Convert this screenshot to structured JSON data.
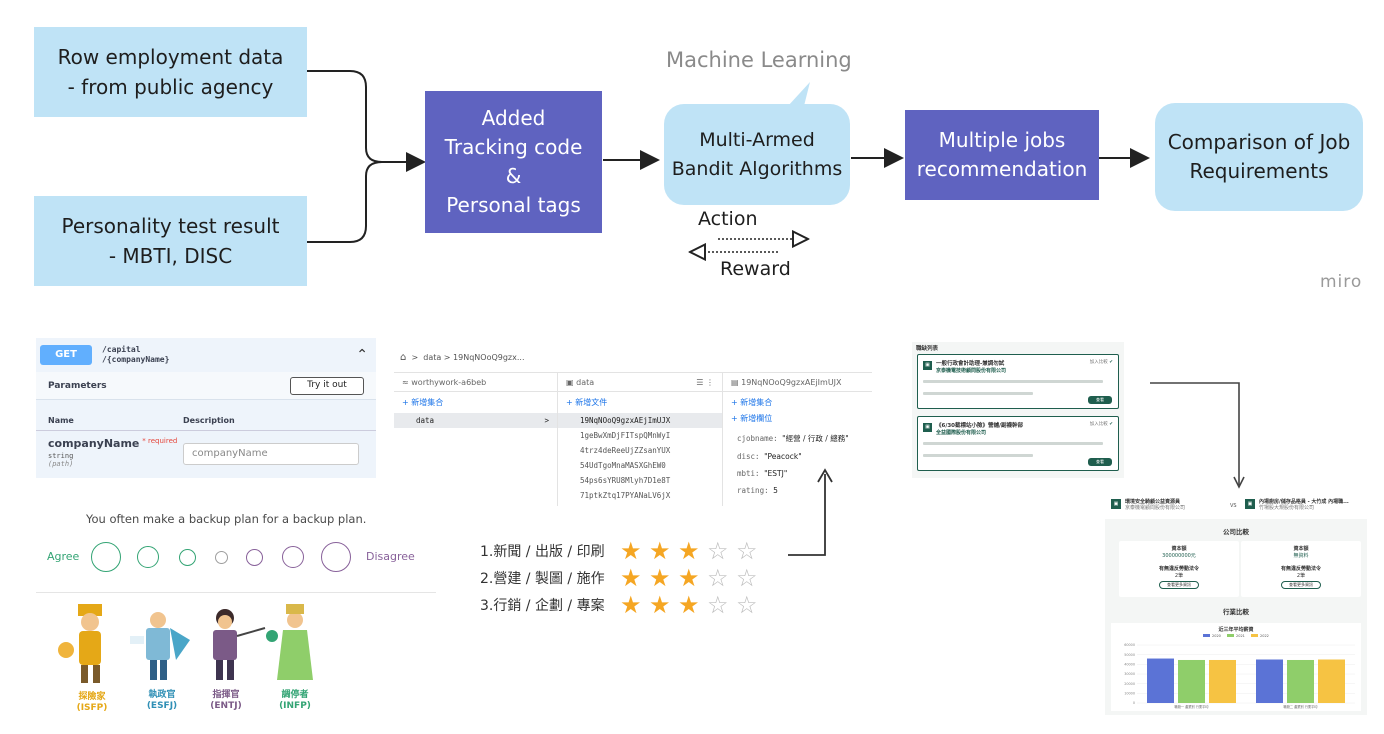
{
  "flow": {
    "source1": "Row employment data\n- from public agency",
    "source2": "Personality test result\n- MBTI, DISC",
    "tracking": "Added\nTracking code\n&\nPersonal tags",
    "ml_label": "Machine Learning",
    "bandit": "Multi-Armed\nBandit Algorithms",
    "action": "Action",
    "reward": "Reward",
    "multiple_jobs": "Multiple jobs\nrecommendation",
    "comparison": "Comparison of Job\nRequirements",
    "watermark": "miro",
    "colors": {
      "light_box": "#bfe3f6",
      "purple_box": "#5f63c0"
    }
  },
  "swagger": {
    "method": "GET",
    "path": "/capital\n/{companyName}",
    "parameters_title": "Parameters",
    "try_it_out": "Try it out",
    "col_name": "Name",
    "col_description": "Description",
    "param_name": "companyName",
    "required": "* required",
    "param_type": "string",
    "param_in": "(path)",
    "input_placeholder": "companyName"
  },
  "personality": {
    "question": "You often make a backup plan for a backup plan.",
    "agree": "Agree",
    "disagree": "Disagree",
    "characters": [
      {
        "name": "探險家",
        "type": "(ISFP)",
        "color": "#e5a817"
      },
      {
        "name": "執政官",
        "type": "(ESFJ)",
        "color": "#2f8fb5"
      },
      {
        "name": "指揮官",
        "type": "(ENTJ)",
        "color": "#7b5a87"
      },
      {
        "name": "調停者",
        "type": "(INFP)",
        "color": "#33a474"
      }
    ]
  },
  "firestore": {
    "breadcrumb": "data  >  19NqNOoQ9gzx...",
    "col1_title": "worthywork-a6beb",
    "col1_add": "+ 新增集合",
    "col1_item": "data",
    "col2_title": "data",
    "col2_add": "+ 新增文件",
    "col2_items": [
      "19NqNOoQ9gzxAEjImUJX",
      "1geBwXmDjFITspQMnWyI",
      "4trz4deReeUjZZsanYUX",
      "54UdTgoMnaMASXGhEW0",
      "54ps6sYRU8Mlyh7D1e8T",
      "71ptkZtq17PYANaLV6jX"
    ],
    "col3_title": "19NqNOoQ9gzxAEjImUJX",
    "col3_add_collection": "+ 新增集合",
    "col3_add_field": "+ 新增欄位",
    "fields": [
      {
        "key": "cjobname:",
        "value": "\"經營 / 行政 / 總務\""
      },
      {
        "key": "disc:",
        "value": "\"Peacock\""
      },
      {
        "key": "mbti:",
        "value": "\"ESTJ\""
      },
      {
        "key": "rating:",
        "value": "5"
      }
    ]
  },
  "ratings": [
    {
      "label": "1.新聞 / 出版 / 印刷",
      "stars": 3
    },
    {
      "label": "2.營建 / 製圖 / 施作",
      "stars": 3
    },
    {
      "label": "3.行銷 / 企劃 / 專案",
      "stars": 3
    }
  ],
  "joblist": {
    "title": "職缺列表",
    "jobs": [
      {
        "title": "一般行政會計助理-兼調勿試",
        "company": "京泰機電技術顧問股份有限公司",
        "badge": "加入比較",
        "button": "查看"
      },
      {
        "title": "《6/30截標站小險》營舖/副襪幹部",
        "company": "全益國際股份有限公司",
        "badge": "加入比較",
        "button": "查看"
      }
    ]
  },
  "comparison_panel": {
    "company_left": "環境安全騎顧公益資源員",
    "company_left_sub": "京泰機電顧問股份有限公司",
    "vs": "VS",
    "company_right": "內場廚房/儲存品格員 - 大竹成 內場職...",
    "company_right_sub": "竹場股大規股份有限公司",
    "section_company": "公司比較",
    "capital_label": "資本額",
    "capital_left": "300000000元",
    "capital_right": "無資料",
    "violations_label": "有無違反勞動法令",
    "violations_left": "2筆",
    "violations_right": "2筆",
    "violations_btn": "查看更多資訊",
    "section_industry": "行業比較",
    "chart_title": "近三年平均薪資",
    "legend": [
      "2020",
      "2021",
      "2022"
    ],
    "series_colors": [
      "#5b73d6",
      "#8fce6a",
      "#f6c343"
    ],
    "groups": [
      "職缺一 產業別 行業平均",
      "職缺二 產業別 行業平均"
    ]
  },
  "chart_data": {
    "type": "bar",
    "title": "近三年平均薪資",
    "categories": [
      "職缺一 產業別 行業平均",
      "職缺二 產業別 行業平均"
    ],
    "series": [
      {
        "name": "2020",
        "values": [
          46000,
          45000
        ]
      },
      {
        "name": "2021",
        "values": [
          44500,
          44500
        ]
      },
      {
        "name": "2022",
        "values": [
          44500,
          45000
        ]
      }
    ],
    "yticks": [
      "0",
      "10000",
      "20000",
      "30000",
      "40000",
      "50000",
      "60000"
    ],
    "ylim": [
      0,
      60000
    ]
  }
}
